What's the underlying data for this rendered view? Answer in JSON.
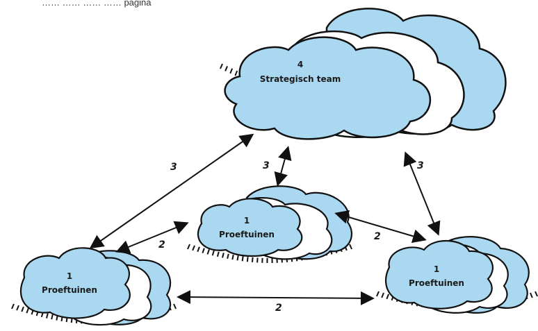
{
  "header_fragment": "…… …… ……  …… pagina",
  "nodes": {
    "strategic": {
      "number": "4",
      "name": "Strategisch team"
    },
    "center": {
      "number": "1",
      "name": "Proeftuinen"
    },
    "left": {
      "number": "1",
      "name": "Proeftuinen"
    },
    "right": {
      "number": "1",
      "name": "Proeftuinen"
    }
  },
  "edges": {
    "strategic_left": "3",
    "strategic_center": "3",
    "strategic_right": "3",
    "left_center": "2",
    "center_right": "2",
    "left_right": "2"
  },
  "colors": {
    "cloud_fill": "#a9d8f0",
    "cloud_white": "#ffffff",
    "stroke": "#111111"
  }
}
